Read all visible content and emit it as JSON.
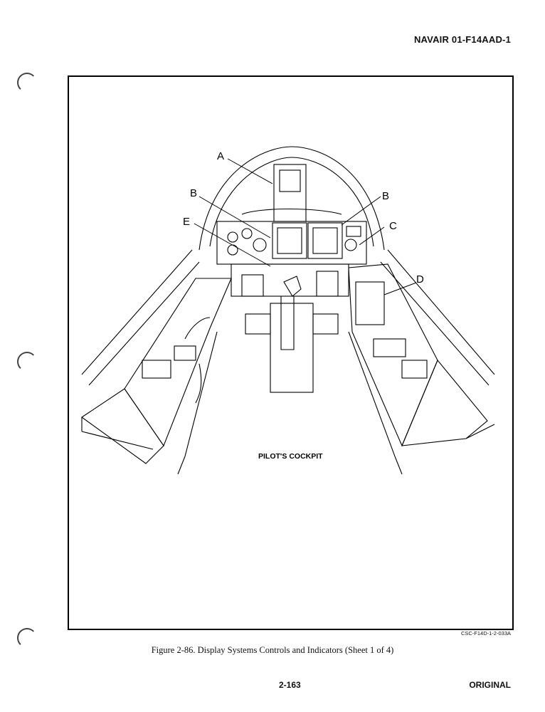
{
  "header": {
    "doc_id": "NAVAIR 01-F14AAD-1"
  },
  "figure": {
    "callouts": [
      "A",
      "B",
      "B",
      "C",
      "D",
      "E"
    ],
    "cockpit_label": "PILOT'S COCKPIT",
    "art_code": "CSC-F14D-1-2-033A",
    "caption": "Figure 2-86.  Display Systems Controls and Indicators (Sheet 1 of 4)"
  },
  "footer": {
    "page_number": "2-163",
    "status": "ORIGINAL"
  }
}
